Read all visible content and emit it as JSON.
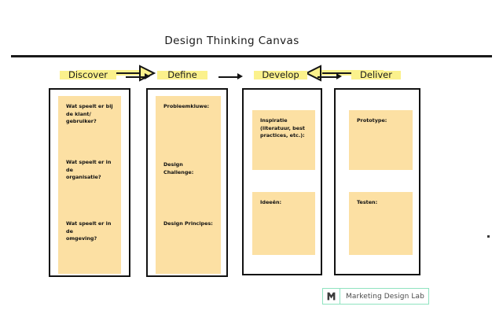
{
  "canvas": {
    "title": "Design Thinking Canvas",
    "background_color": "#ffffff",
    "highlight_color": "#fbf18c",
    "note_color": "#fce0a3",
    "ink_color": "#121212"
  },
  "phases": [
    {
      "label": "Discover",
      "notes": [
        {
          "label": "Wat speelt er bij\nde klant/\ngebruiker?"
        },
        {
          "label": "Wat speelt er in de\norganisatie?"
        },
        {
          "label": "Wat speelt er in de\nomgeving?"
        }
      ]
    },
    {
      "label": "Define",
      "notes": [
        {
          "label": "Probleemkluwe:"
        },
        {
          "label": "Design Challenge:"
        },
        {
          "label": "Design Principes:"
        }
      ]
    },
    {
      "label": "Develop",
      "notes": [
        {
          "label": "Inspiratie\n(literatuur, best\npractices, etc.):"
        },
        {
          "label": "Ideeën:"
        }
      ]
    },
    {
      "label": "Deliver",
      "notes": [
        {
          "label": "Prototype:"
        },
        {
          "label": "Testen:"
        }
      ]
    }
  ],
  "logo": {
    "text": "Marketing Design Lab",
    "mark_letter": "M",
    "border_color": "#8fe3c0",
    "mark_color": "#3c3c3c"
  }
}
